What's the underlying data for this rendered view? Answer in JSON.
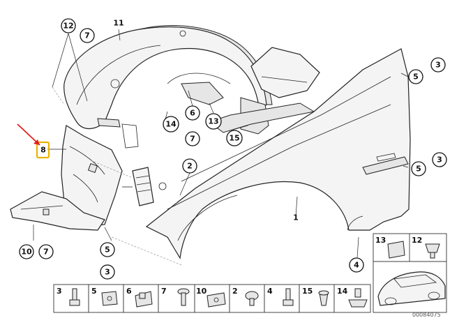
{
  "callouts": {
    "c12": "12",
    "c7a": "7",
    "c11": "11",
    "c5a": "5",
    "c3a": "3",
    "c6": "6",
    "c7b": "7",
    "c14": "14",
    "c13": "13",
    "c15": "15",
    "c8": "8",
    "c2": "2",
    "c5b": "5",
    "c3b": "3",
    "c1": "1",
    "c10": "10",
    "c7c": "7",
    "c5c": "5",
    "c3c": "3",
    "c4": "4"
  },
  "parts_table": [
    {
      "num": "3"
    },
    {
      "num": "5"
    },
    {
      "num": "6"
    },
    {
      "num": "7"
    },
    {
      "num": "10"
    },
    {
      "num": "2"
    },
    {
      "num": "4"
    },
    {
      "num": "15"
    },
    {
      "num": "14"
    }
  ],
  "inset": {
    "n13": "13",
    "n12": "12"
  },
  "diagram_id": "00084075",
  "colors": {
    "highlight": "#e8b400",
    "arrow": "#e02020"
  }
}
